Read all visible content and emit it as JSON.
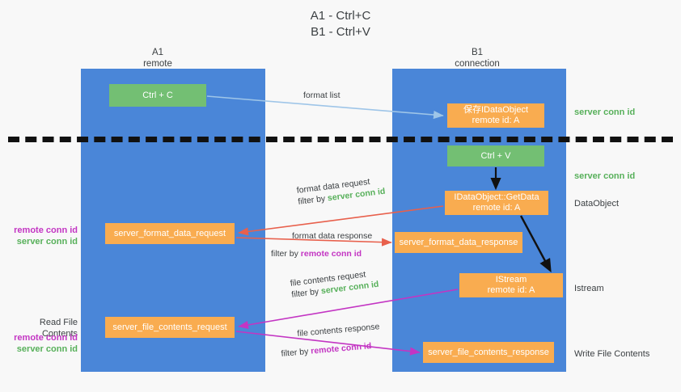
{
  "title": {
    "line1": "A1 - Ctrl+C",
    "line2": "B1 - Ctrl+V"
  },
  "columns": [
    {
      "id": "a1",
      "name": "A1",
      "sub": "remote",
      "color": "#4a86d8"
    },
    {
      "id": "b1",
      "name": "B1",
      "sub": "connection",
      "color": "#4a86d8"
    }
  ],
  "colors": {
    "lane": "#4a86d8",
    "green_node": "#73bf73",
    "orange_node": "#f9ac50",
    "server_conn_id": "#57b05a",
    "remote_conn_id": "#c335c3",
    "arrow_format_list": "#9ec5e8",
    "arrow_format_data": "#e8604c",
    "arrow_file_contents": "#c335c3",
    "arrow_internal": "#111111",
    "divider": "#111111",
    "text": "#3c4043",
    "background": "#f8f8f8"
  },
  "nodes": {
    "ctrl_c": {
      "label": "Ctrl + C",
      "kind": "green"
    },
    "save_idataobject": {
      "line1": "保存IDataObject",
      "line2": "remote id: A",
      "kind": "orange"
    },
    "ctrl_v": {
      "label": "Ctrl + V",
      "kind": "green"
    },
    "getdata": {
      "line1": "IDataObject::GetData",
      "line2": "remote id: A",
      "kind": "orange"
    },
    "format_data_request": {
      "label": "server_format_data_request",
      "kind": "orange"
    },
    "format_data_response": {
      "label": "server_format_data_response",
      "kind": "orange"
    },
    "istream": {
      "line1": "IStream",
      "line2": "remote id: A",
      "kind": "orange"
    },
    "file_contents_request": {
      "label": "server_file_contents_request",
      "kind": "orange"
    },
    "file_contents_response": {
      "label": "server_file_contents_response",
      "kind": "orange"
    }
  },
  "edges": {
    "format_list": {
      "label": "format list"
    },
    "format_data_request": {
      "label": "format data request",
      "filter_prefix": "filter by ",
      "filter_id": "server conn id"
    },
    "format_data_response": {
      "label": "format data response",
      "filter_prefix": "filter by ",
      "filter_id": "remote conn id"
    },
    "file_contents_request": {
      "label": "file contents request",
      "filter_prefix": "filter by ",
      "filter_id": "server conn id"
    },
    "file_contents_response": {
      "label": "file contents response",
      "filter_prefix": "filter by ",
      "filter_id": "remote conn id"
    }
  },
  "right_notes": {
    "server_conn_id_top": "server conn id",
    "server_conn_id_mid": "server conn id",
    "dataobject": "DataObject",
    "istream": "Istream",
    "write_file_contents": "Write File Contents"
  },
  "left_notes": {
    "remote_conn_id_1": "remote conn id",
    "server_conn_id_1": "server conn id",
    "read_file_contents": "Read File Contents",
    "remote_conn_id_2": "remote conn id",
    "server_conn_id_2": "server conn id"
  }
}
